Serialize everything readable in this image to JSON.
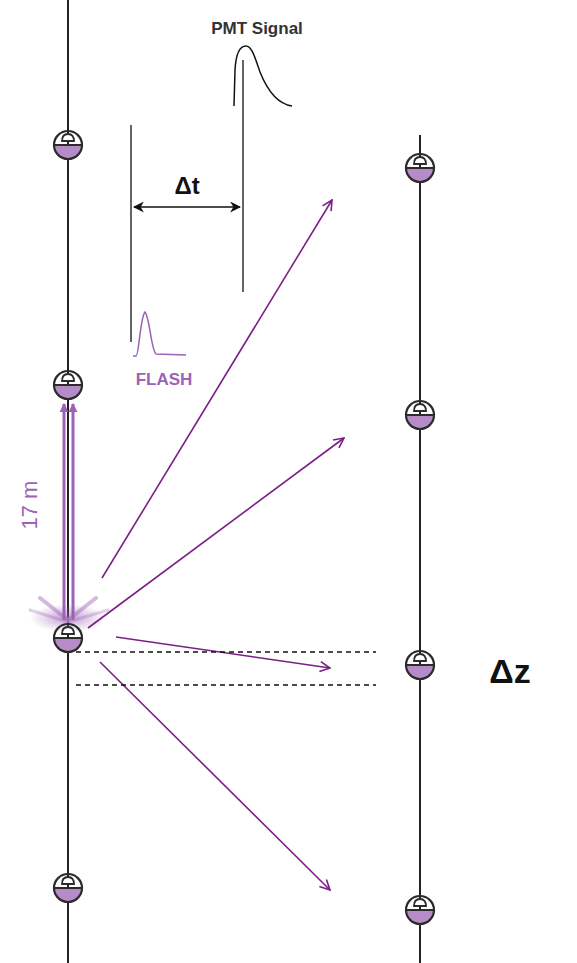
{
  "diagram": {
    "labels": [
      "PMT Signal",
      "Δt",
      "FLASH",
      "17 m",
      "Δz"
    ]
  }
}
